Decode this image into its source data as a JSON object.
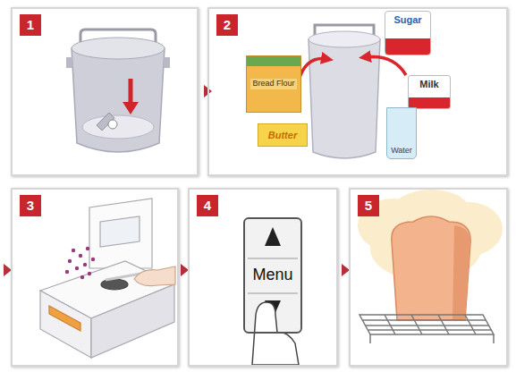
{
  "diagram": {
    "nodes": [
      {
        "text": [
          "1"
        ]
      },
      {
        "text": [
          "2"
        ]
      },
      {
        "text": [
          "Sugar"
        ],
        "in": 1
      },
      {
        "text": [
          "Bread Flour"
        ],
        "in": 1
      },
      {
        "text": [
          "Milk"
        ],
        "in": 1
      },
      {
        "text": [
          "Butter"
        ],
        "in": 1
      },
      {
        "text": [
          "Water"
        ],
        "in": 1
      },
      {
        "text": [
          "3"
        ]
      },
      {
        "text": [
          "4"
        ]
      },
      {
        "text": [
          "Menu"
        ],
        "in": 8
      },
      {
        "text": [
          "5"
        ]
      }
    ]
  }
}
